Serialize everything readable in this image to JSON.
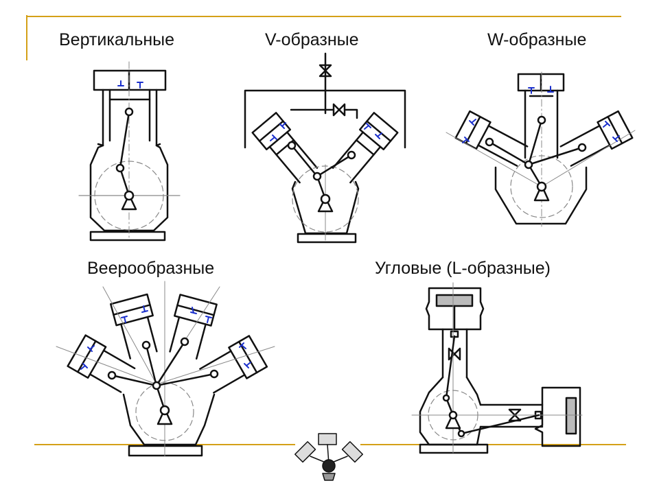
{
  "slide": {
    "accent_color": "#d4a017",
    "labels": {
      "vertical": "Вертикальные",
      "v_shaped": "V-образные",
      "w_shaped": "W-образные",
      "fan_shaped": "Веерообразные",
      "angular": "Угловые (L-образные)"
    }
  },
  "diagram": {
    "line_color": "#111111",
    "valve_color": "#1a2fcc",
    "axis_color": "#888888"
  }
}
